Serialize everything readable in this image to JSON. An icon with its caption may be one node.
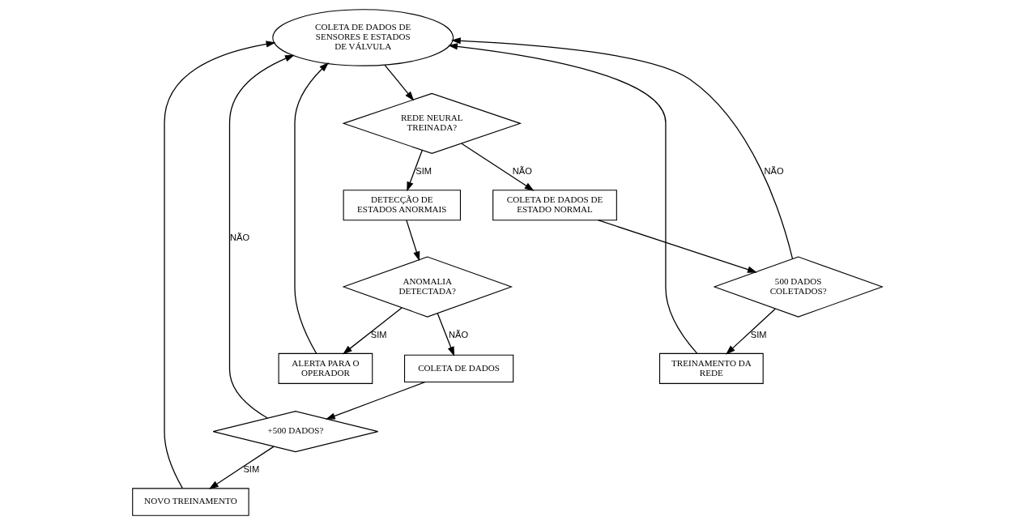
{
  "diagram": {
    "nodes": [
      {
        "text": [
          "COLETA DE DADOS DE SENSORES E ESTADOS DE VÁLVULA"
        ]
      },
      {
        "text": [
          "ALERTA PARA O OPERADOR"
        ]
      },
      {
        "text": [
          "NOVO TREINAMENTO"
        ]
      },
      {
        "text": [
          "TREINAMENTO DA REDE"
        ]
      },
      {
        "text": [
          "COLETA DE DADOS"
        ]
      },
      {
        "text": [
          "+500 DADOS?"
        ]
      },
      {
        "text": [
          "REDE NEURAL TREINADA?"
        ]
      },
      {
        "text": [
          "500 DADOS COLETADOS?"
        ]
      },
      {
        "text": [
          "ANOMALIA DETECTADA?"
        ]
      },
      {
        "text": [
          "DETECÇÃO DE ESTADOS ANORMAIS"
        ]
      },
      {
        "text": [
          "COLETA DE DADOS DE ESTADO NORMAL"
        ]
      }
    ],
    "edges": [
      {
        "from": 1,
        "to": 0,
        "arrow": "to"
      },
      {
        "from": 2,
        "to": 0,
        "arrow": "to"
      },
      {
        "from": 5,
        "to": 2,
        "arrow": "to",
        "label": "SIM"
      },
      {
        "from": 5,
        "to": 0,
        "arrow": "to",
        "label": "NÃO"
      },
      {
        "from": 4,
        "to": 5,
        "arrow": "to"
      },
      {
        "from": 0,
        "to": 6,
        "arrow": "to"
      },
      {
        "from": 6,
        "to": 9,
        "arrow": "to",
        "label": "SIM"
      },
      {
        "from": 6,
        "to": 10,
        "arrow": "to",
        "label": "NÃO"
      },
      {
        "from": 10,
        "to": 7,
        "arrow": "to"
      },
      {
        "from": 7,
        "to": 0,
        "arrow": "to",
        "label": "NÃO"
      },
      {
        "from": 7,
        "to": 3,
        "arrow": "to",
        "label": "SIM"
      },
      {
        "from": 3,
        "to": 0,
        "arrow": "to"
      },
      {
        "from": 9,
        "to": 8,
        "arrow": "to"
      },
      {
        "from": 8,
        "to": 4,
        "arrow": "to",
        "label": "NÃO"
      },
      {
        "from": 8,
        "to": 1,
        "arrow": "to",
        "label": "SIM"
      }
    ]
  }
}
